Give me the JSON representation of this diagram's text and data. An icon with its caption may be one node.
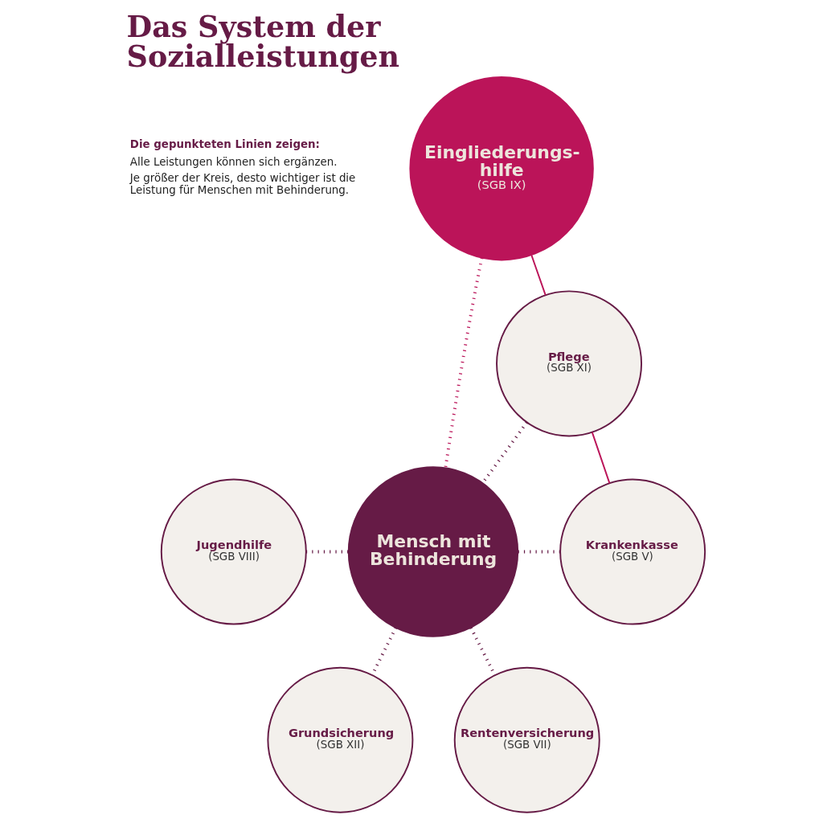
{
  "diagram": {
    "title": "Das System der Sozialleistungen",
    "nodes": [
      {
        "text": [
          "Eingliederungs- hilfe",
          "(SGB IX)"
        ]
      },
      {
        "text": [
          "Pflege",
          "(SGB XI)"
        ]
      },
      {
        "text": [
          "Mensch mit Behinderung"
        ]
      },
      {
        "text": [
          "Jugendhilfe",
          "(SGB VIII)"
        ]
      },
      {
        "text": [
          "Krankenkasse",
          "(SGB V)"
        ]
      },
      {
        "text": [
          "Grundsicherung",
          "(SGB XII)"
        ]
      },
      {
        "text": [
          "Rentenversicherung",
          "(SGB VII)"
        ]
      }
    ],
    "edges": [
      {
        "from": 0,
        "to": 1,
        "arrow": "none",
        "color": "#bb1459"
      },
      {
        "from": 0,
        "to": 2,
        "arrow": "none",
        "style": "dashed",
        "color": "#bb1459"
      },
      {
        "from": 1,
        "to": 2,
        "arrow": "none",
        "style": "dashed"
      },
      {
        "from": 1,
        "to": 4,
        "arrow": "none",
        "color": "#bb1459"
      },
      {
        "from": 3,
        "to": 2,
        "arrow": "none",
        "style": "dashed"
      },
      {
        "from": 2,
        "to": 4,
        "arrow": "none",
        "style": "dashed"
      },
      {
        "from": 2,
        "to": 5,
        "arrow": "none",
        "style": "dashed"
      },
      {
        "from": 2,
        "to": 6,
        "arrow": "none",
        "style": "dashed"
      }
    ],
    "labels": [
      "Die gepunkteten Linien zeigen:",
      "Alle Leistungen können sich ergänzen.",
      "Je größer der Kreis, desto wichtiger ist die Leistung für Menschen mit Behinderung."
    ]
  }
}
